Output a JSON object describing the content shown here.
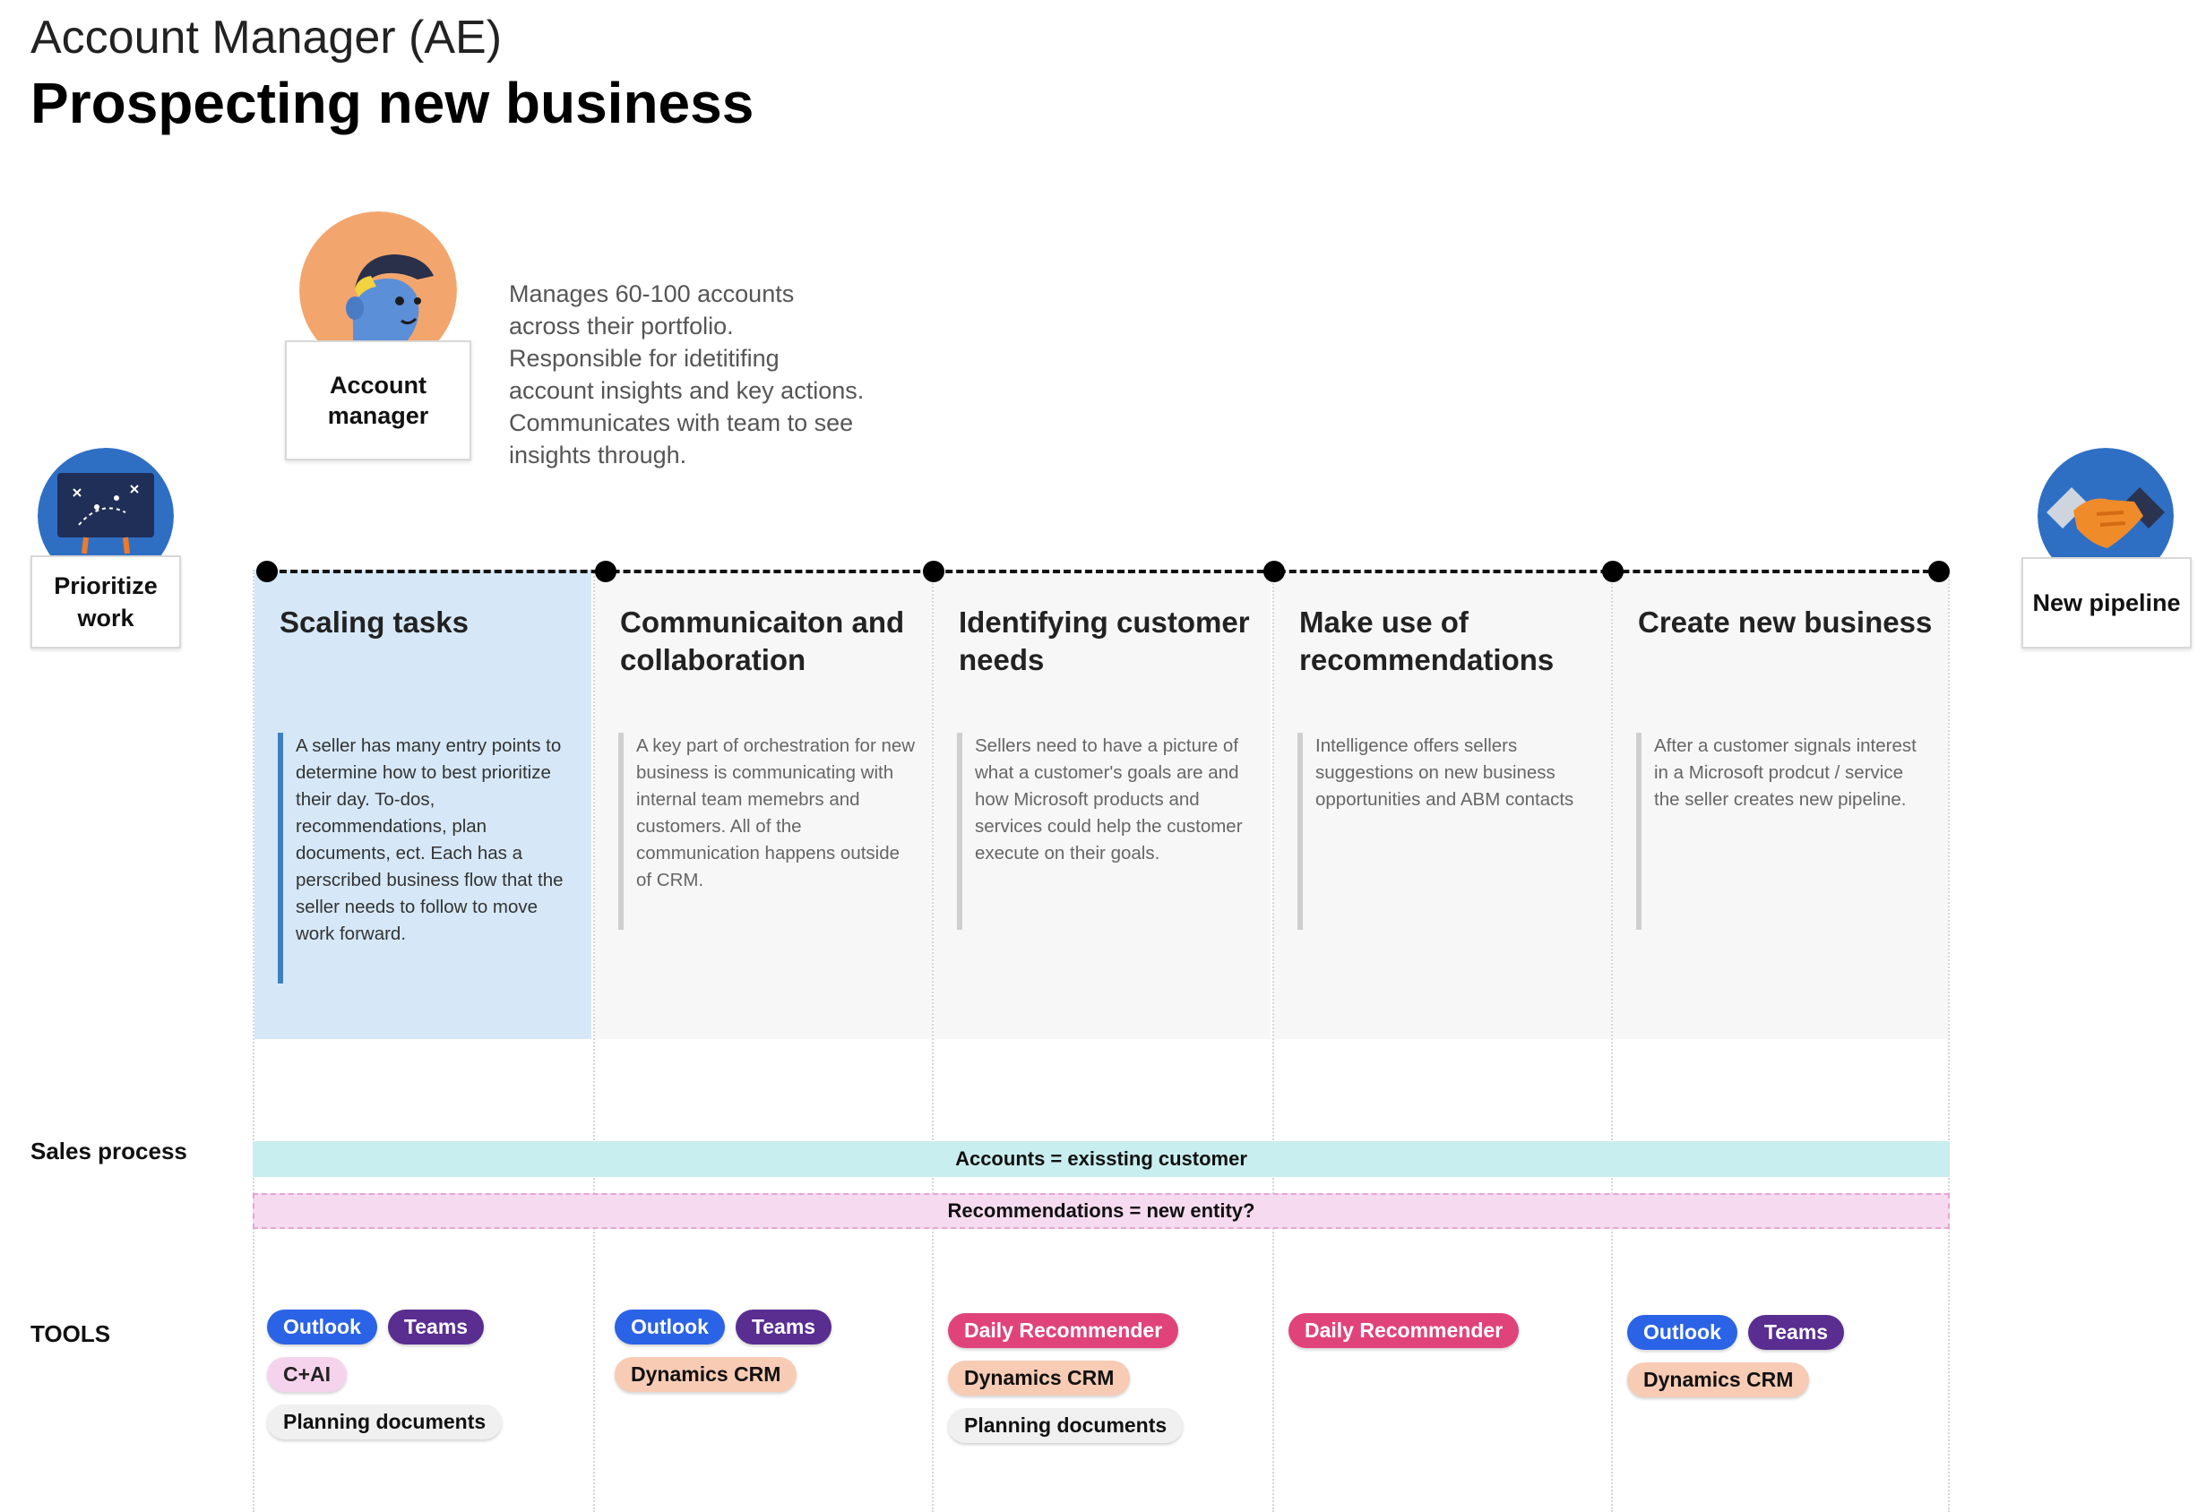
{
  "header": {
    "role": "Account Manager (AE)",
    "title": "Prospecting new business"
  },
  "persona": {
    "label": "Account manager",
    "description": "Manages 60-100 accounts across their portfolio. Responsible for idetitifing account insights and key actions. Communicates with team to see insights through."
  },
  "start": {
    "label": "Prioritize work"
  },
  "end": {
    "label": "New pipeline"
  },
  "stages": [
    {
      "title": "Scaling tasks",
      "description": "A seller has many entry points to determine how to best prioritize their day. To-dos, recommendations, plan documents, ect. Each has a perscribed business flow that the seller needs to follow to move work forward.",
      "active": true
    },
    {
      "title": "Communicaiton and collaboration",
      "description": "A key part of orchestration for new business is communicating with internal team memebrs and customers. All of the communication happens outside of CRM.",
      "active": false
    },
    {
      "title": "Identifying customer needs",
      "description": "Sellers need to have a picture of what a customer's goals are and how Microsoft products and services could help the customer execute on their goals.",
      "active": false
    },
    {
      "title": "Make use of recommendations",
      "description": "Intelligence offers sellers suggestions on new business opportunities and ABM contacts",
      "active": false
    },
    {
      "title": "Create new business",
      "description": "After a customer signals interest in a Microsoft prodcut / service the seller creates new pipeline.",
      "active": false
    }
  ],
  "sales_process": {
    "label": "Sales process",
    "accounts": "Accounts = exissting customer",
    "recommendations": "Recommendations = new entity?"
  },
  "tools": {
    "label": "TOOLS",
    "outlook": "Outlook",
    "teams": "Teams",
    "cai": "C+AI",
    "planning": "Planning documents",
    "recommender": "Daily Recommender",
    "crm": "Dynamics CRM"
  },
  "colors": {
    "active_stage": "#d6e8f7",
    "accounts_bar": "#c9eef0",
    "recommendations_bar": "#f6dbf0",
    "outlook": "#2b63e6",
    "teams": "#5a2d91",
    "recommender": "#e0437a",
    "crm": "#f8cbb4"
  }
}
